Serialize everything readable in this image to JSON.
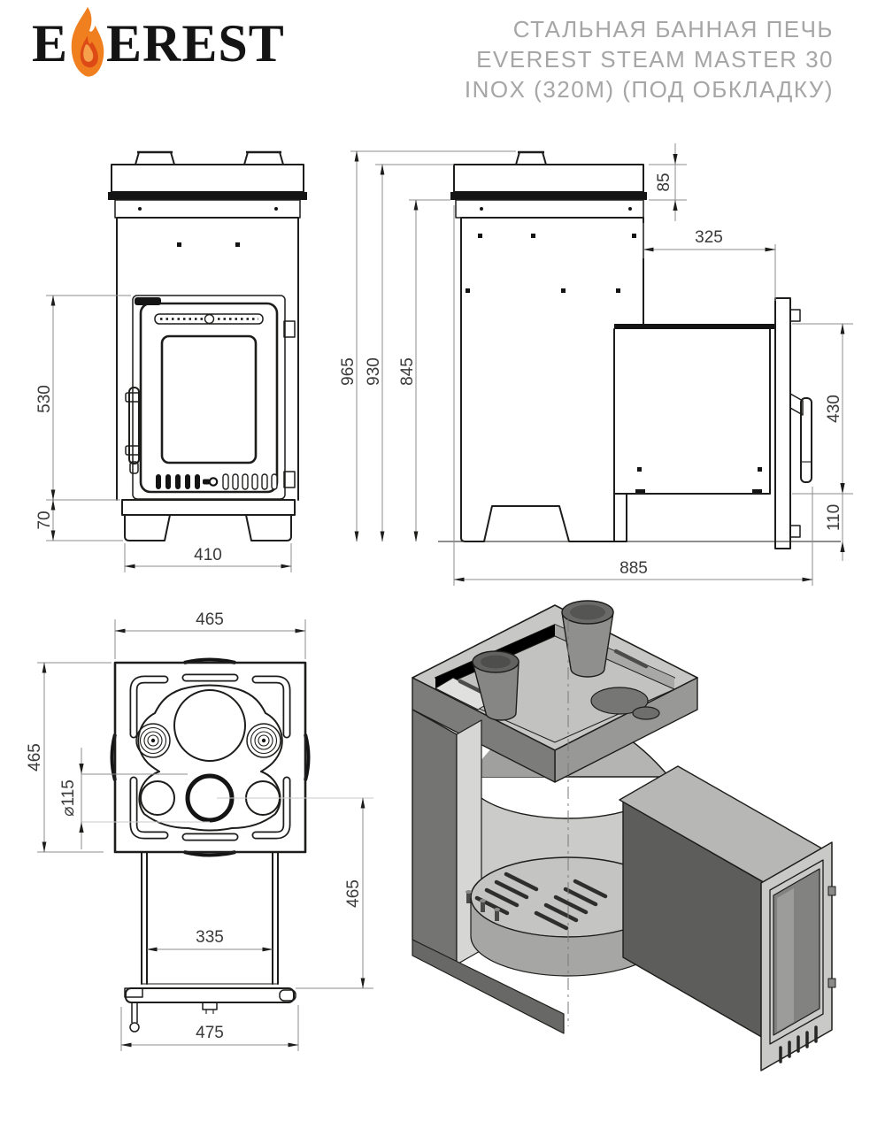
{
  "header": {
    "brand_prefix": "E",
    "brand_suffix": "EREST",
    "brand_full": "EVEREST",
    "title_line1": "СТАЛЬНАЯ БАННАЯ ПЕЧЬ",
    "title_line2": "EVEREST STEAM MASTER 30",
    "title_line3": "INOX (320М) (ПОД ОБКЛАДКУ)"
  },
  "colors": {
    "line": "#1d1d1b",
    "dim_line": "#8c8c8c",
    "dim_text": "#3a3a3a",
    "title_text": "#a6a6a6",
    "flame_outer": "#f0801f",
    "flame_core": "#dd4a16",
    "metal_light": "#d6d6d4",
    "metal_mid": "#b7b7b5",
    "metal_dark": "#747472"
  },
  "front_view": {
    "dims": {
      "door_height": "530",
      "plinth_height": "70",
      "leg_span": "410"
    }
  },
  "side_view": {
    "dims": {
      "overall_height": "965",
      "height_no_stub": "930",
      "shell_height": "845",
      "cap_height": "85",
      "tunnel_length": "325",
      "door_frame_height": "430",
      "bottom_clearance": "110",
      "overall_depth": "885"
    }
  },
  "top_view": {
    "dims": {
      "body_width": "465",
      "body_depth": "465",
      "chimney_diameter": "⌀115",
      "axis_to_front": "465",
      "tunnel_width": "335",
      "flange_width": "475"
    }
  }
}
